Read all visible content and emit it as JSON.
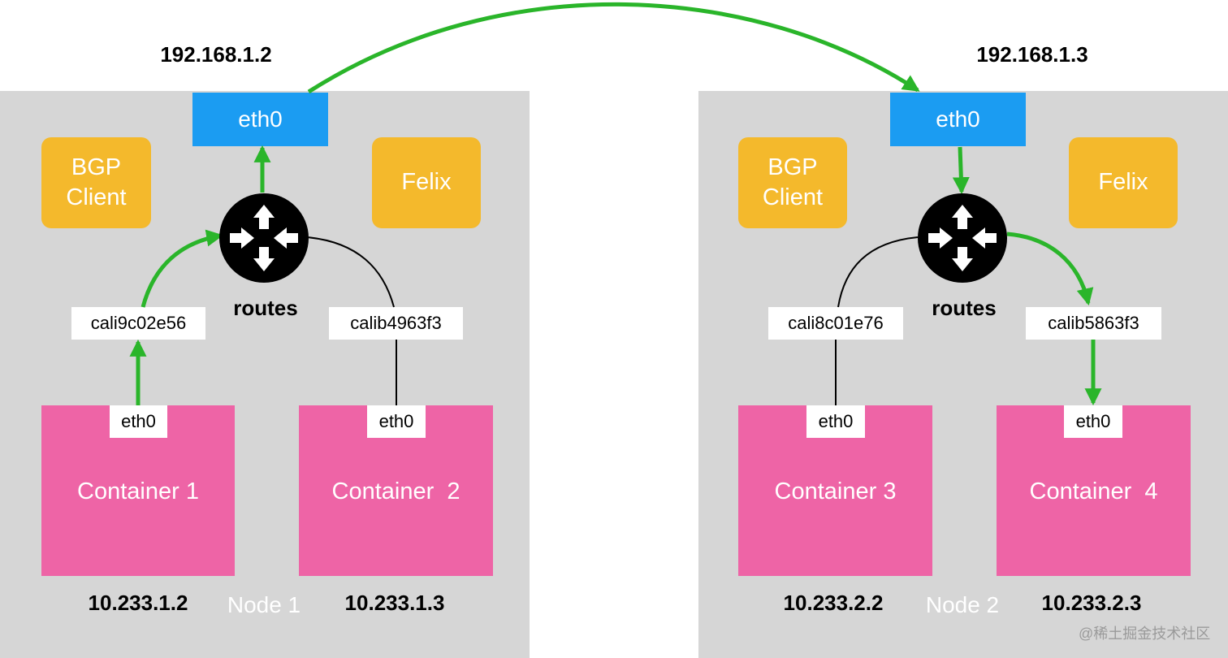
{
  "colors": {
    "node_bg": "#d6d6d6",
    "host_eth": "#1b9cf2",
    "agent": "#f4b92c",
    "container": "#ee64a6",
    "arrow": "#2ab52a"
  },
  "node1": {
    "label": "Node 1",
    "host_ip": "192.168.1.2",
    "host_eth": "eth0",
    "bgp_client": [
      "BGP",
      "Client"
    ],
    "felix": "Felix",
    "routes": "routes",
    "iface_left": "cali9c02e56",
    "iface_right": "calib4963f3",
    "containers": [
      {
        "name": "Container 1",
        "eth": "eth0",
        "ip": "10.233.1.2"
      },
      {
        "name": "Container  2",
        "eth": "eth0",
        "ip": "10.233.1.3"
      }
    ]
  },
  "node2": {
    "label": "Node 2",
    "host_ip": "192.168.1.3",
    "host_eth": "eth0",
    "bgp_client": [
      "BGP",
      "Client"
    ],
    "felix": "Felix",
    "routes": "routes",
    "iface_left": "cali8c01e76",
    "iface_right": "calib5863f3",
    "containers": [
      {
        "name": "Container 3",
        "eth": "eth0",
        "ip": "10.233.2.2"
      },
      {
        "name": "Container  4",
        "eth": "eth0",
        "ip": "10.233.2.3"
      }
    ]
  },
  "icons": {
    "router": "router-icon"
  },
  "watermark": "@稀土掘金技术社区"
}
